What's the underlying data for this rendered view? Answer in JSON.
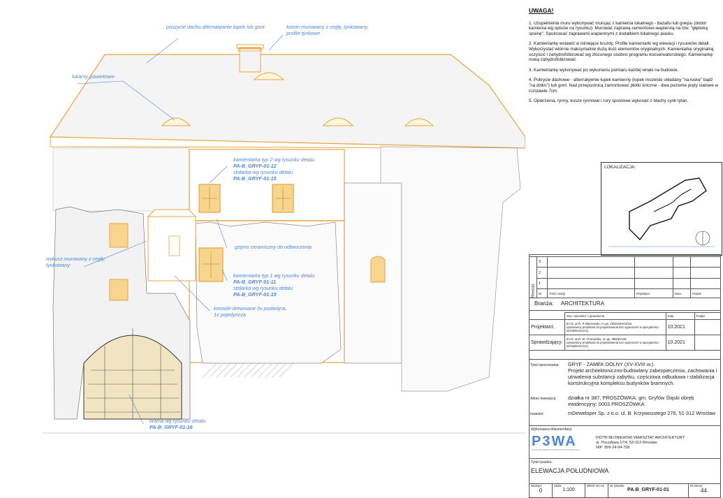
{
  "callouts": {
    "roof": "poszycie dachu alternatywnie łupek lub gont",
    "chimney": "komin murowany z cegły, tynkowany, profile tynkowe",
    "dormers": "lukarny powiekowe",
    "frame_type2": "kamieniarka typ 2 wg rysunku detalu",
    "frame_type2_ref": "PA-B_GRYF-01-12",
    "joinery_1": "stolarka wg rysunku detalu",
    "joinery_1_ref": "PA-B_GRYF-01-15",
    "cornice": "gzyms ceramiczny do odtworzenia",
    "oriel": "wykusz murowany z cegły, tynkowany",
    "frame_type1": "kamieniarka typ 1 wg rysunku detalu",
    "frame_type1_ref": "PA-B_GRYF-01-11",
    "joinery_2": "stolarka wg rysunku detalu",
    "joinery_2_ref": "PA-B_GRYF-01-15",
    "consoles": "konsole drewniane 3x podwójna, 1x pojedyncza",
    "gate": "brama wg rysunku detalu",
    "gate_ref": "PA-B_GRYF-01-16"
  },
  "notes": {
    "title": "UWAGA!",
    "items": [
      "1. Uzupełnienia muru wykonywać murując z kamienia lokalnego - bazaltu lub gnejsu (dobór kamienia wg opisów na rysunku). Murować zaprawą cementowo-wapienną na tzw. \"głęboką spoinę\". Spoinować zaprawami wapiennymi z dodatkiem lokalnego piasku.",
      "2. Kamieniarkę wstawić w istniejące bruzdy. Profile kamieniarki wg elewacji i rysunków detali. Wykorzystać wtórnie maksymalnie dużą ilość elementów oryginalnych. Kamieniarkę oryginalną oczyścić i zahydrofobizować wg złoconego osobno programu konserwatorskiego. Kamieniarkę nową zahydrofobizować.",
      "3. Kamieniarkę wykonywać po wykonaniu pomiaru każdej wnęki na budowie.",
      "4. Pokrycie dachowe - alternatywnie łupek kamienny (łupek mozelski układany \"na łuskę\" bądź \"na dziko\") lub gont. Nad przepustnicą zamontować płotki śniczne - dwa poziome pręty stalowe w rozstawie 7cm.",
      "5. Opierzenia, rynny, kosze rynnowe i rury spustowe wykonać z blachy cynk tytan."
    ]
  },
  "location": {
    "label": "LOKALIZACJA:"
  },
  "revisions": {
    "side_label": "Rewizja:",
    "rows": [
      "3",
      "2",
      "1"
    ],
    "headers": [
      "Nr",
      "Treść rewizji",
      "Projektant",
      "Data",
      "Podpis"
    ]
  },
  "branch": {
    "label": "Branża:",
    "value": "ARCHITEKTURA"
  },
  "designers": {
    "headers": [
      "Imię i nazwisko / uprawnienia",
      "Data",
      "Podpis"
    ],
    "projektant_label": "Projektant:",
    "projektant_name": "dr inż. arch. P. Błoniewski, nr upr. 48/DSOKK/2015",
    "projektant_desc": "Uprawniony projektant do projektowania bez ograniczeń w specjalności architektonicznej",
    "projektant_date": "10.2021",
    "sprawdzajacy_label": "Sprawdzający:",
    "sprawdzajacy_name": "dr inż. arch. M. Chorowska, nr upr. 388/94/UW",
    "sprawdzajacy_desc": "Uprawniony projektant do projektowania bez ograniczeń w specjalności architektonicznej",
    "sprawdzajacy_date": "10.2021"
  },
  "project": {
    "title_label": "Tytuł opracowania:",
    "title_line1": "GRYF - ZAMEK DOLNY (XV-XVIII w.).",
    "title_rest": "Projekt architektoniczno-budowlany zabezpieczenia, zachowania i utrwalenia substancji zabytku, częściowa odbudowa i stabilizacja konstrukcyjna kompleksu budynków bramnych.",
    "address_label": "Adres inwestycji:",
    "address": "działka nr 387, PROSZÓWKA, gm. Gryfów Śląski obręb ewidencyjny: 0003 PROSZÓWKA",
    "investor_label": "Inwestor:",
    "investor": "mDeweloper Sp. z o.o. ul. B. Krzywoustego 276, 51-312 Wrocław"
  },
  "contractor": {
    "label": "Wykonawca dokumentacji:",
    "logo": "P3WA",
    "logo_sub": "PIOTR BŁONIEWSKI WARSZTAT ARCHITEKTURY",
    "name": "PIOTR BŁONIEWSKI WARSZTAT ARCHITEKTURY",
    "addr": "ul. Poczdowa 17/4, 53-313 Wrocław",
    "nip": "NIP: 899-24-94-758"
  },
  "drawing": {
    "title_label": "Tytuł rysunku:",
    "title": "ELEWACJA POŁUDNIOWA",
    "rev_label": "Rewizja:",
    "rev": "0",
    "scale_label": "Skala:",
    "scale": "1:100",
    "print": "DRUK NA A3",
    "num_label": "Nr rysunku:",
    "num": "PA-B_GRYF-01-01",
    "page_label": "Nr strony:",
    "page": "44."
  },
  "colors": {
    "outline": "#e8a33c",
    "callout": "#4f86d6",
    "roof": "#f2f2f2"
  }
}
